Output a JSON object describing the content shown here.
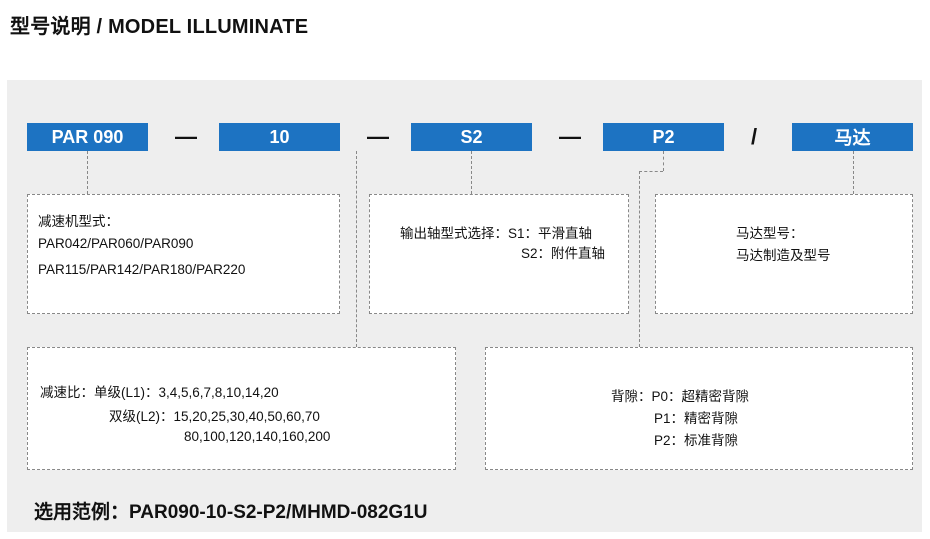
{
  "header": {
    "title": "型号说明 / MODEL ILLUMINATE"
  },
  "codes": [
    "PAR 090",
    "10",
    "S2",
    "P2",
    "马达"
  ],
  "separators": [
    "—",
    "—",
    "—",
    "/"
  ],
  "boxes": {
    "reducer": {
      "lines": [
        "减速机型式：",
        "PAR042/PAR060/PAR090",
        "PAR115/PAR142/PAR180/PAR220"
      ]
    },
    "shaft": {
      "lines": [
        "输出轴型式选择：S1：平滑直轴",
        "S2：附件直轴"
      ]
    },
    "motor": {
      "lines": [
        "马达型号：",
        "马达制造及型号"
      ]
    },
    "ratio": {
      "lines": [
        "减速比：单级(L1)：3,4,5,6,7,8,10,14,20",
        "双级(L2)：15,20,25,30,40,50,60,70",
        "80,100,120,140,160,200"
      ]
    },
    "backlash": {
      "lines": [
        "背隙：P0：超精密背隙",
        "P1：精密背隙",
        "P2：标准背隙"
      ]
    }
  },
  "example": {
    "text": "选用范例：PAR090-10-S2-P2/MHMD-082G1U"
  },
  "colors": {
    "code_box": "#1d73c2",
    "panel": "#eeeeee",
    "border": "#888888"
  }
}
